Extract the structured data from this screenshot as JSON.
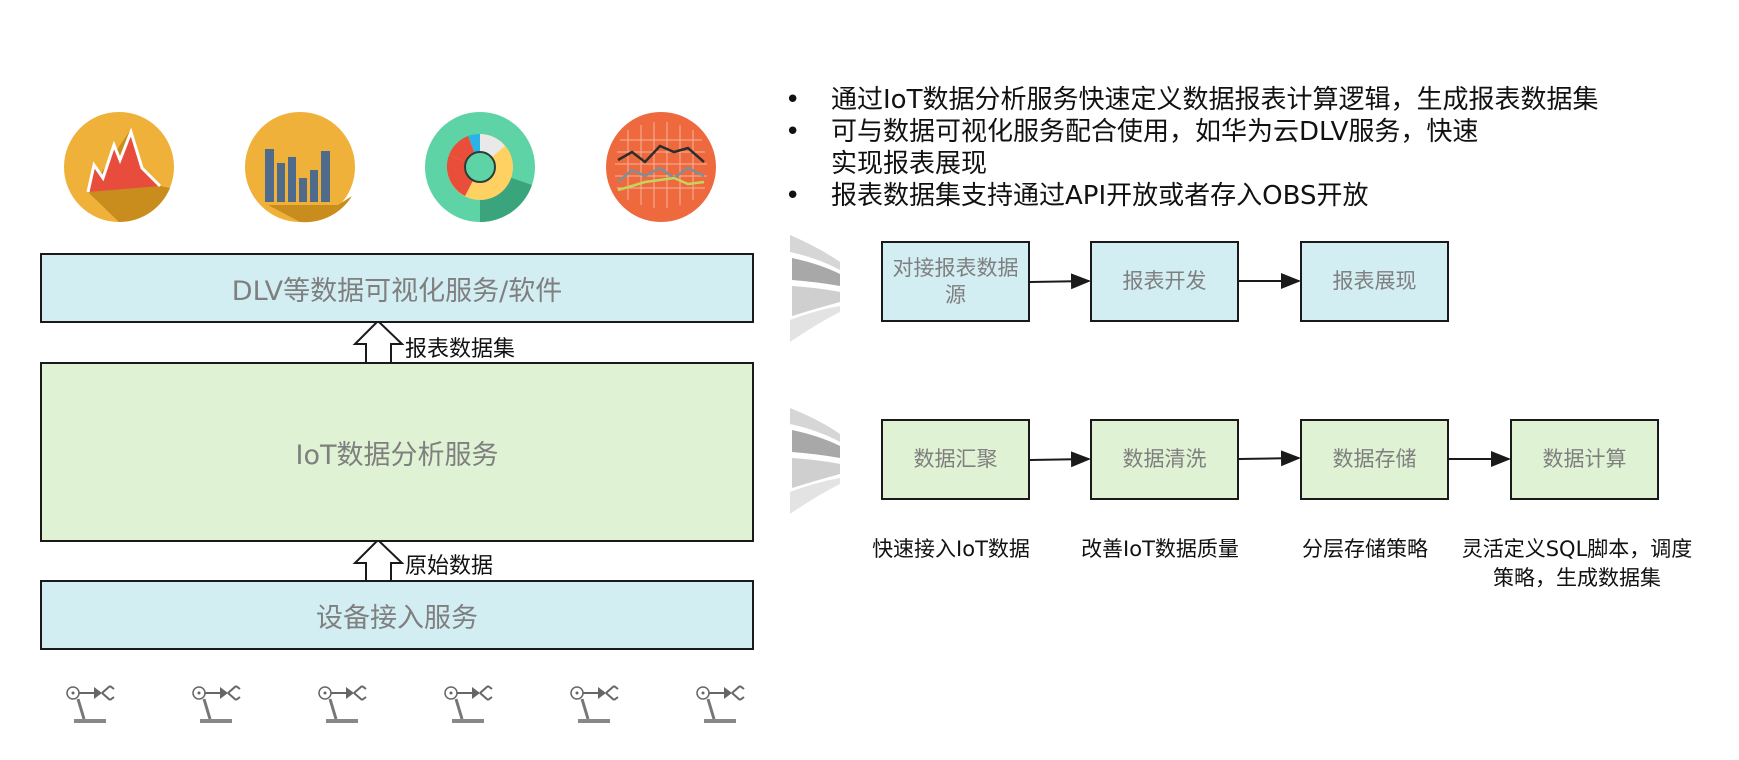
{
  "icons": {
    "area_chart": "area-chart-icon",
    "bar_chart": "bar-chart-icon",
    "donut_chart": "donut-chart-icon",
    "line_chart": "line-chart-icon",
    "robot_arm": "robot-arm-icon"
  },
  "stack": {
    "top_layer": "DLV等数据可视化服务/软件",
    "arrow_top_label": "报表数据集",
    "middle_layer": "IoT数据分析服务",
    "arrow_bottom_label": "原始数据",
    "bottom_layer": "设备接入服务"
  },
  "bullets": [
    "通过IoT数据分析服务快速定义数据报表计算逻辑，生成报表数据集",
    "可与数据可视化服务配合使用，如华为云DLV服务，快速实现报表展现",
    "报表数据集支持通过API开放或者存入OBS开放"
  ],
  "bullet_mark": "•",
  "report_flow": [
    "对接报表数据源",
    "报表开发",
    "报表展现"
  ],
  "data_flow": [
    "数据汇聚",
    "数据清洗",
    "数据存储",
    "数据计算"
  ],
  "data_flow_desc": [
    "快速接入IoT数据",
    "改善IoT数据质量",
    "分层存储策略",
    "灵活定义SQL脚本，调度策略，生成数据集"
  ],
  "colors": {
    "light_blue": "#d3eef3",
    "light_green": "#e0f2d4",
    "orange": "#f0b13a",
    "teal": "#5ed3a6",
    "red_orange": "#ee6a3e",
    "gray_text": "#7f7f7f"
  }
}
